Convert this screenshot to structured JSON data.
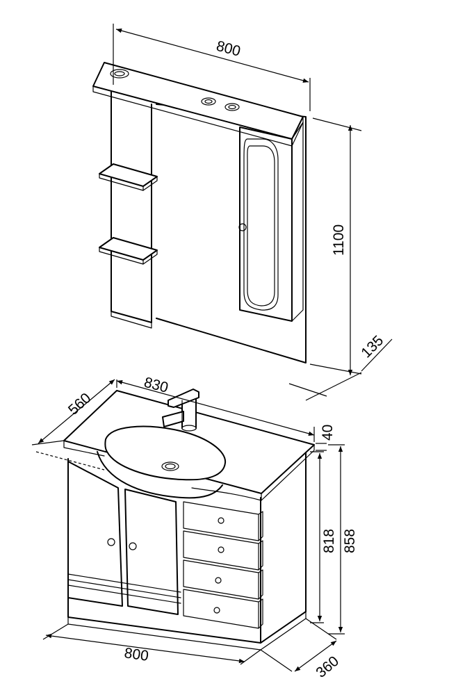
{
  "dimensions": {
    "mirror_width": "800",
    "mirror_height": "1100",
    "mirror_depth": "135",
    "top_width": "830",
    "top_depth": "560",
    "top_thickness": "40",
    "cabinet_height_inner": "818",
    "cabinet_height_total": "858",
    "cabinet_width": "800",
    "cabinet_depth": "360"
  }
}
